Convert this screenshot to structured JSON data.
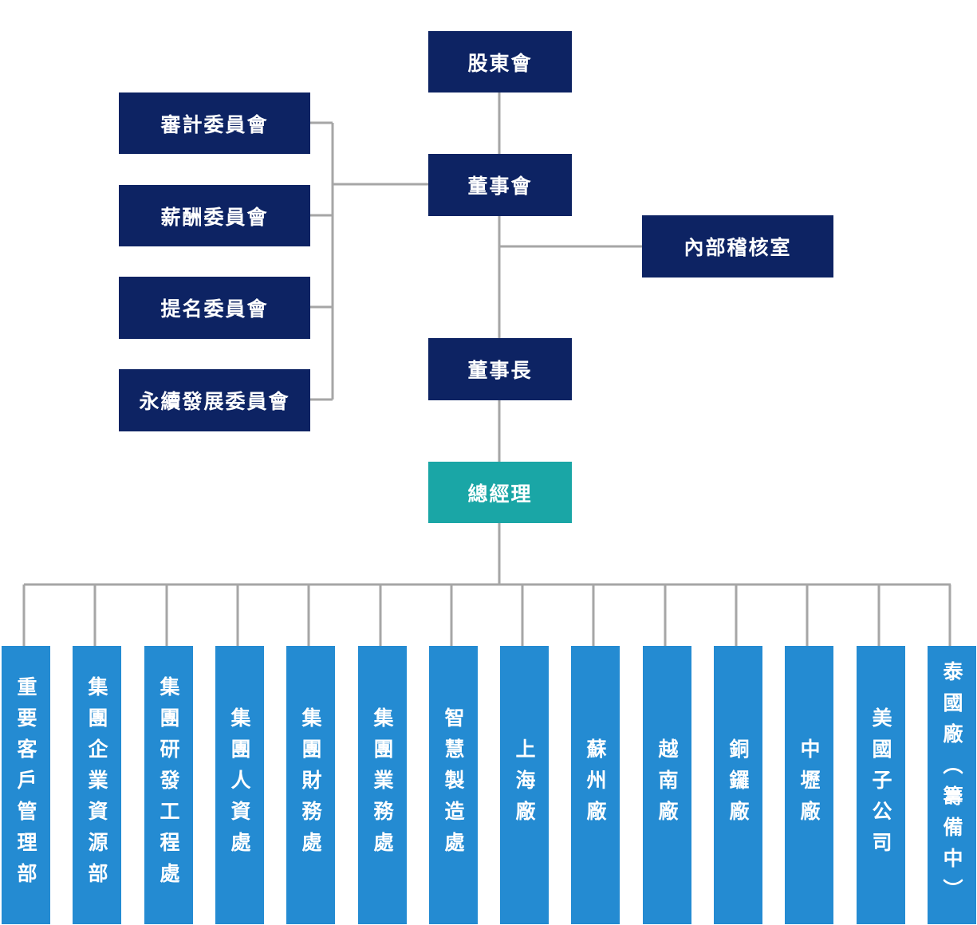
{
  "chart_title": "",
  "colors": {
    "governance_box": "#0d2363",
    "general_manager_box": "#1aa6a6",
    "department_box": "#248bd2",
    "connector": "#a6a6a6",
    "text": "#ffffff"
  },
  "top": {
    "shareholders": "股東會",
    "board": "董事會",
    "internal_audit": "內部稽核室",
    "chairman": "董事長",
    "general_manager": "總經理"
  },
  "committees": [
    "審計委員會",
    "薪酬委員會",
    "提名委員會",
    "永續發展委員會"
  ],
  "departments": [
    "重要客戶管理部",
    "集團企業資源部",
    "集團研發工程處",
    "集團人資處",
    "集團財務處",
    "集團業務處",
    "智慧製造處",
    "上海廠",
    "蘇州廠",
    "越南廠",
    "銅鑼廠",
    "中壢廠",
    "美國子公司",
    "泰國廠（籌備中）"
  ]
}
